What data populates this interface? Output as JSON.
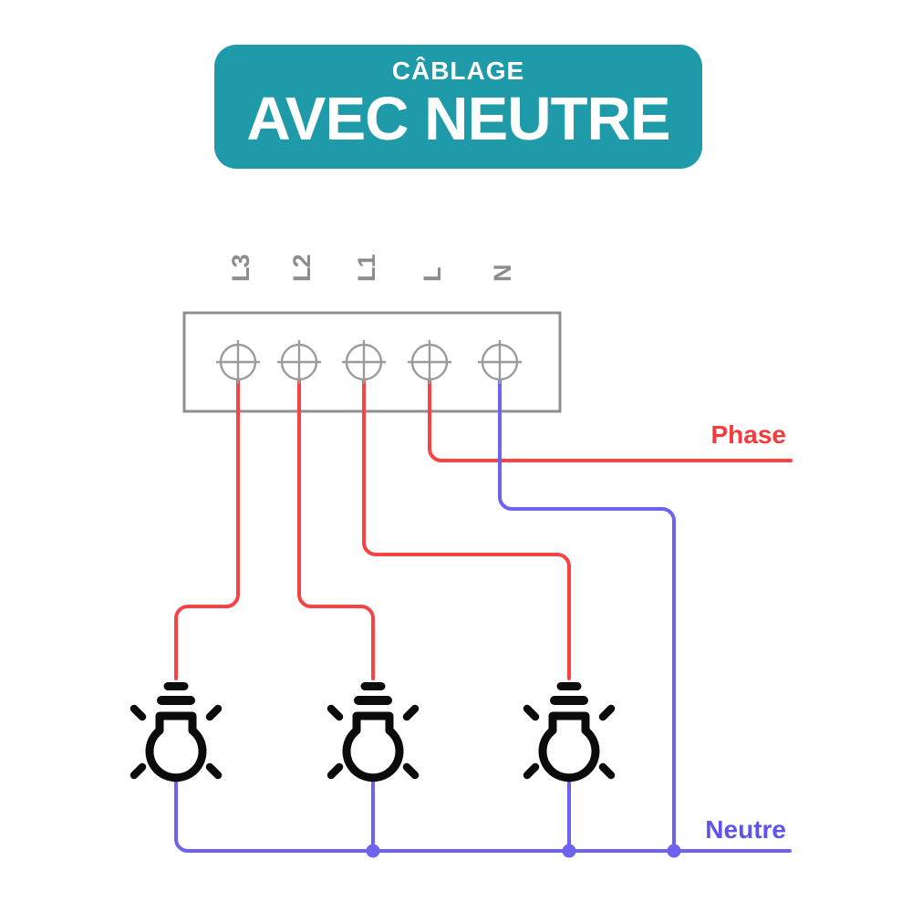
{
  "banner": {
    "subtitle": "CÂBLAGE",
    "title": "AVEC NEUTRE"
  },
  "terminal_block": {
    "terminals": [
      {
        "label": "L3"
      },
      {
        "label": "L2"
      },
      {
        "label": "L1"
      },
      {
        "label": "L"
      },
      {
        "label": "N"
      }
    ]
  },
  "wire_labels": {
    "phase": "Phase",
    "neutral": "Neutre"
  },
  "colors": {
    "banner_background": "#1e9aa8",
    "banner_text": "#ffffff",
    "phase_wire": "#f74343",
    "neutral_wire": "#6e63f1",
    "phase_label_text": "#f73a3a",
    "neutral_label_text": "#5f53ee",
    "block_outline": "#8f8f8f",
    "screw_outline": "#9b9b9b",
    "terminal_label_text": "#8c8c8c",
    "bulb_icon": "#0b0b0b"
  }
}
